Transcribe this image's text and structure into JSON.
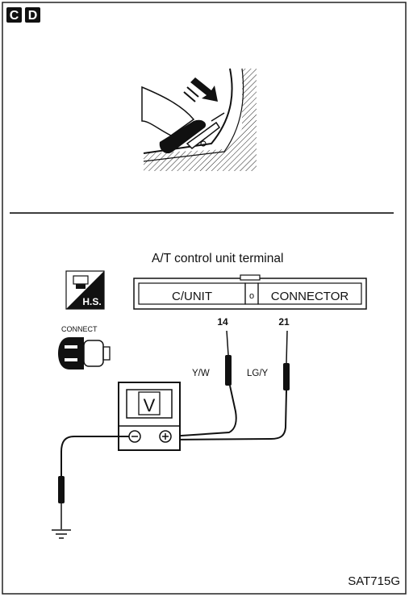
{
  "top_section": {
    "badges": [
      "C",
      "D"
    ]
  },
  "bottom_section": {
    "title": "A/T control unit terminal",
    "hs_icon_label": "H.S.",
    "connect_label": "CONNECT",
    "connector": {
      "left_label": "C/UNIT",
      "center_label": "o",
      "right_label": "CONNECTOR"
    },
    "terminals": [
      "14",
      "21"
    ],
    "wires": [
      "Y/W",
      "LG/Y"
    ],
    "meter": {
      "display": "V",
      "neg_symbol": "⊖",
      "pos_symbol": "⊕"
    }
  },
  "figure_code": "SAT715G"
}
